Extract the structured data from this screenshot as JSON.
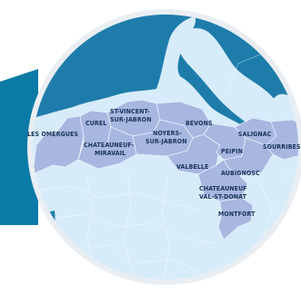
{
  "map": {
    "colors": {
      "background": "#ffffff",
      "banner": "#0a7aa6",
      "lens_ring": "#e9eef3",
      "upland": "#1e7cab",
      "lowland": "#d7ecfa",
      "communes_fill": "#a7b7df",
      "label": "#17335c"
    },
    "communes": [
      {
        "id": "les-omergues",
        "label": "LES OMERGUES"
      },
      {
        "id": "curel",
        "label": "CUREL"
      },
      {
        "id": "st-vincent-sur-jabron",
        "label": [
          "ST-VINCENT-",
          "SUR-JABRON"
        ]
      },
      {
        "id": "bevons",
        "label": "BEVONS"
      },
      {
        "id": "salignac",
        "label": "SALIGNAC"
      },
      {
        "id": "chateauneuf-miravail",
        "label": [
          "CHATEAUNEUF-",
          "MIRAVAIL"
        ]
      },
      {
        "id": "noyers-sur-jabron",
        "label": [
          "NOYERS-",
          "SUR-JABRON"
        ]
      },
      {
        "id": "peipin",
        "label": "PEIPIN"
      },
      {
        "id": "sourribes",
        "label": "SOURRIBES"
      },
      {
        "id": "valbelle",
        "label": "VALBELLE"
      },
      {
        "id": "aubignosc",
        "label": "AUBIGNOSC"
      },
      {
        "id": "chateauneuf-val-st-donat",
        "label": [
          "CHATEAUNEUF",
          "VAL-ST-DONAT"
        ]
      },
      {
        "id": "montfort",
        "label": "MONTFORT"
      }
    ]
  }
}
